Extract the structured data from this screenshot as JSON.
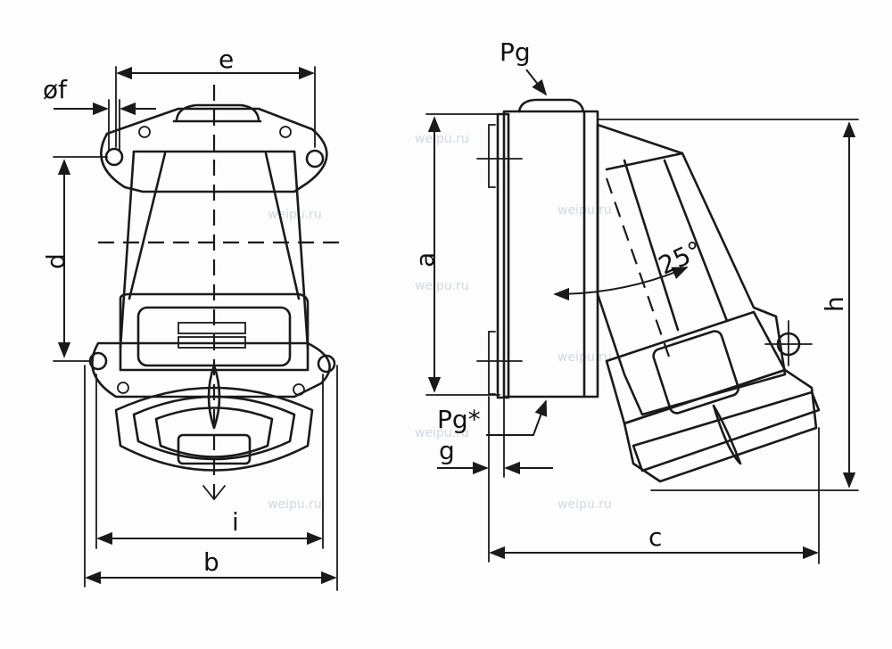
{
  "labels": {
    "e": "e",
    "phi_f": "øf",
    "d": "d",
    "i": "i",
    "b": "b",
    "pg_top": "Pg",
    "a": "a",
    "angle": "25°",
    "h": "h",
    "pg_star": "Pg*",
    "g": "g",
    "c": "c"
  },
  "watermark": "weipu.ru",
  "colors": {
    "line": "#1a1a1a",
    "paper": "#fdfdfd"
  }
}
